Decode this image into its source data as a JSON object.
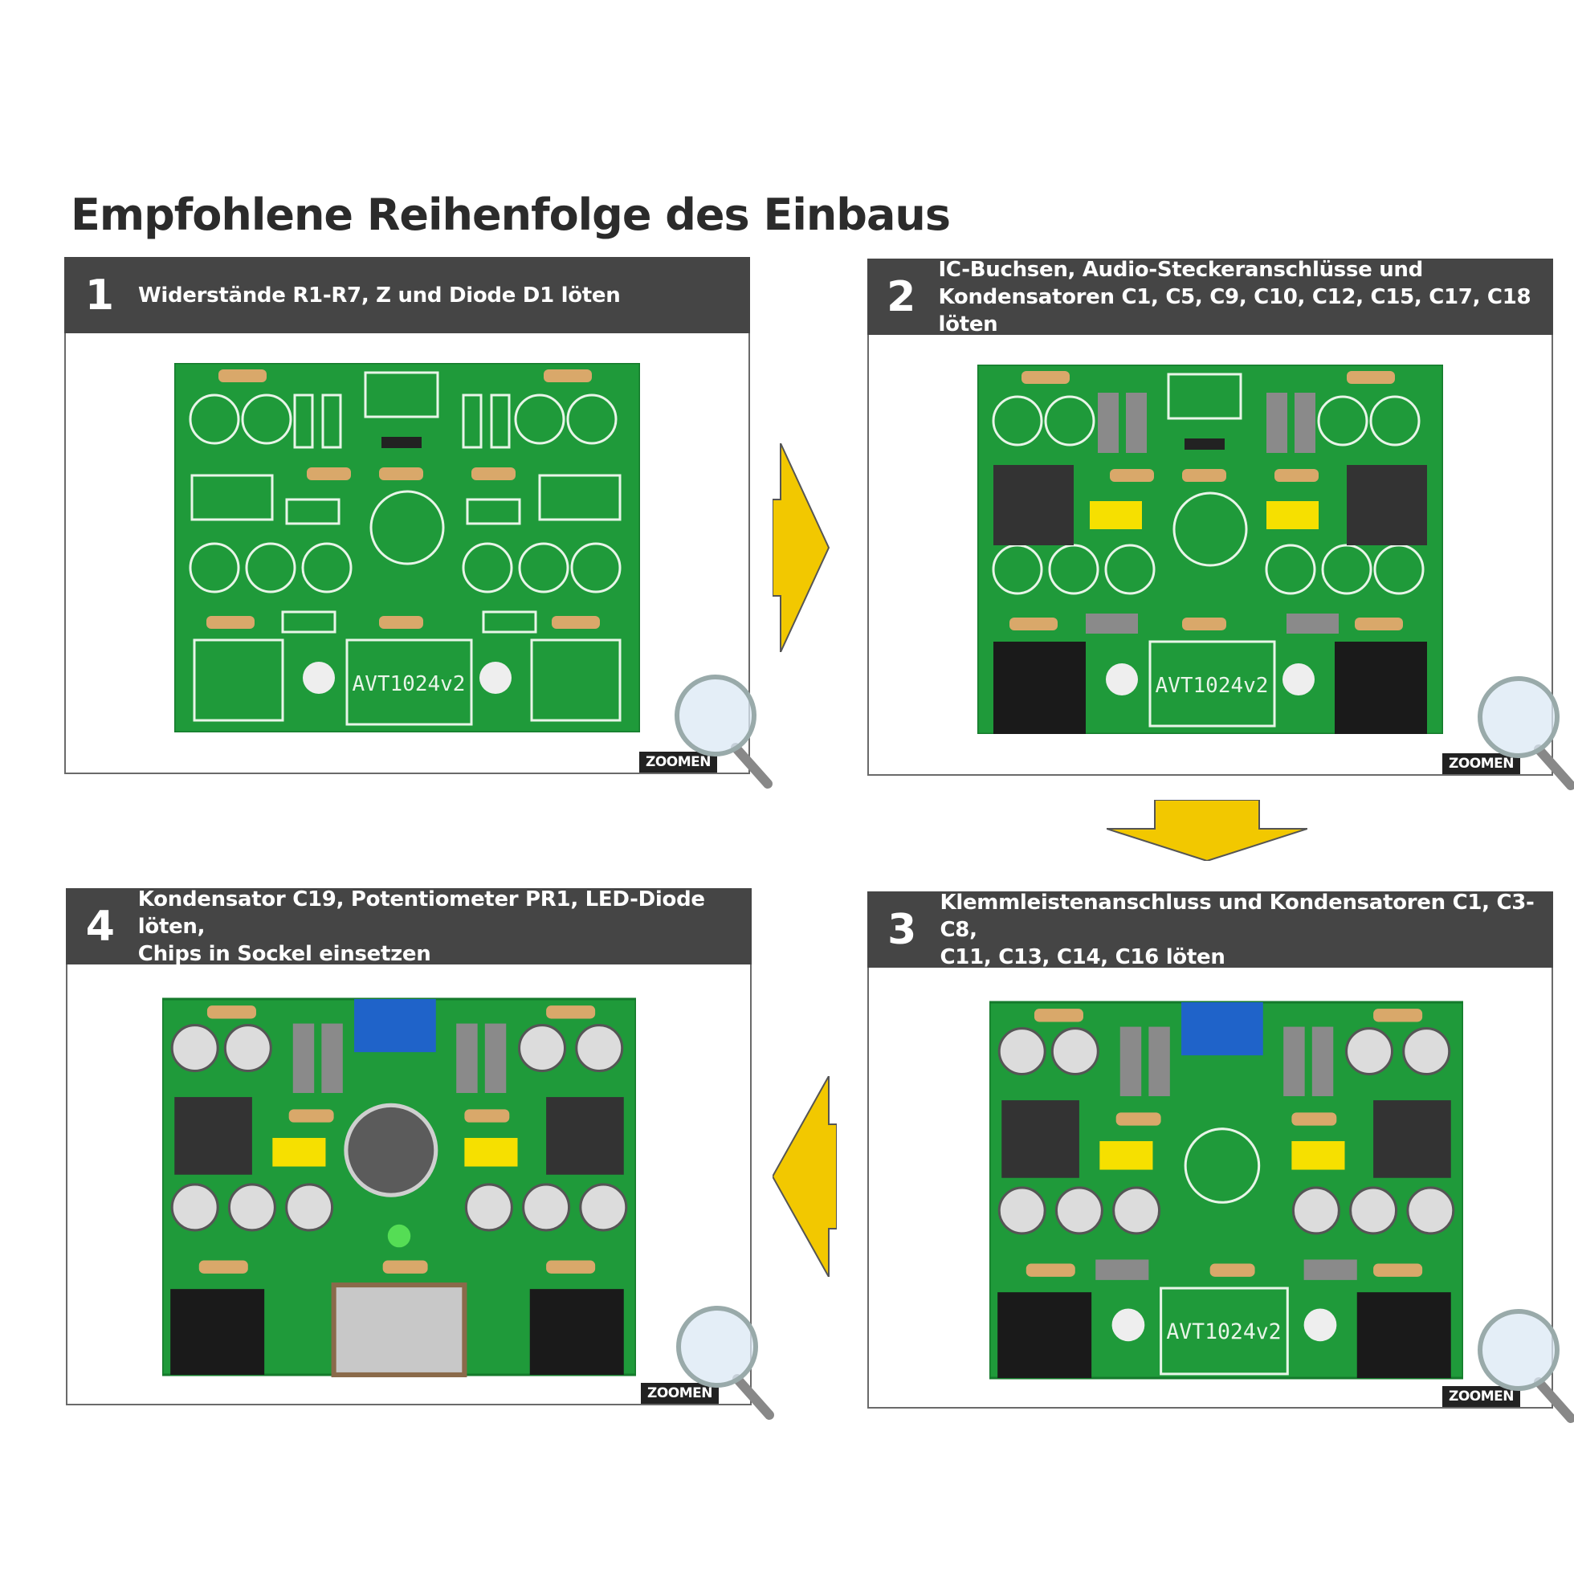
{
  "title": "Empfohlene Reihenfolge des Einbaus",
  "colors": {
    "header_bg": "#454545",
    "pcb": "#1f9a3a",
    "arrow": "#f2c800"
  },
  "steps": [
    {
      "num": "1",
      "text": "Widerstände R1-R7, Z und Diode D1 löten",
      "zoom": "ZOOMEN"
    },
    {
      "num": "2",
      "text": "IC-Buchsen, Audio-Steckeranschlüsse und\nKondensatoren C1, C5, C9, C10, C12, C15, C17, C18 löten",
      "zoom": "ZOOMEN"
    },
    {
      "num": "3",
      "text": "Klemmleistenanschluss und Kondensatoren C1, C3-C8,\nC11, C13, C14, C16 löten",
      "zoom": "ZOOMEN"
    },
    {
      "num": "4",
      "text": "Kondensator C19, Potentiometer PR1, LED-Diode löten,\nChips in Sockel einsetzen",
      "zoom": "ZOOMEN"
    }
  ],
  "boards": [
    {
      "name": "AVT1024v2"
    },
    {
      "name": "AVT1024v2"
    },
    {
      "name": "AVT1024v2"
    },
    {
      "name": ""
    }
  ],
  "icons": [
    "magnifier-icon",
    "arrow-right-icon",
    "arrow-down-icon",
    "arrow-left-icon"
  ]
}
